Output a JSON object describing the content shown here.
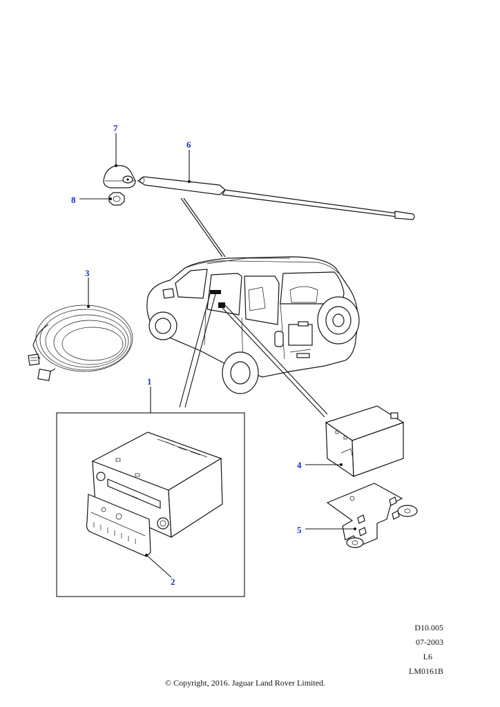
{
  "callouts": {
    "c1": "1",
    "c2": "2",
    "c3": "3",
    "c4": "4",
    "c5": "5",
    "c6": "6",
    "c7": "7",
    "c8": "8"
  },
  "reference": {
    "code": "D10.005",
    "date": "07-2003",
    "variant": "L6",
    "drawing": "LM0161B"
  },
  "footer": {
    "copyright": "© Copyright, 2016. Jaguar Land Rover Limited."
  },
  "colors": {
    "callout": "#1a2fb5",
    "line": "#111111",
    "background": "#ffffff"
  }
}
